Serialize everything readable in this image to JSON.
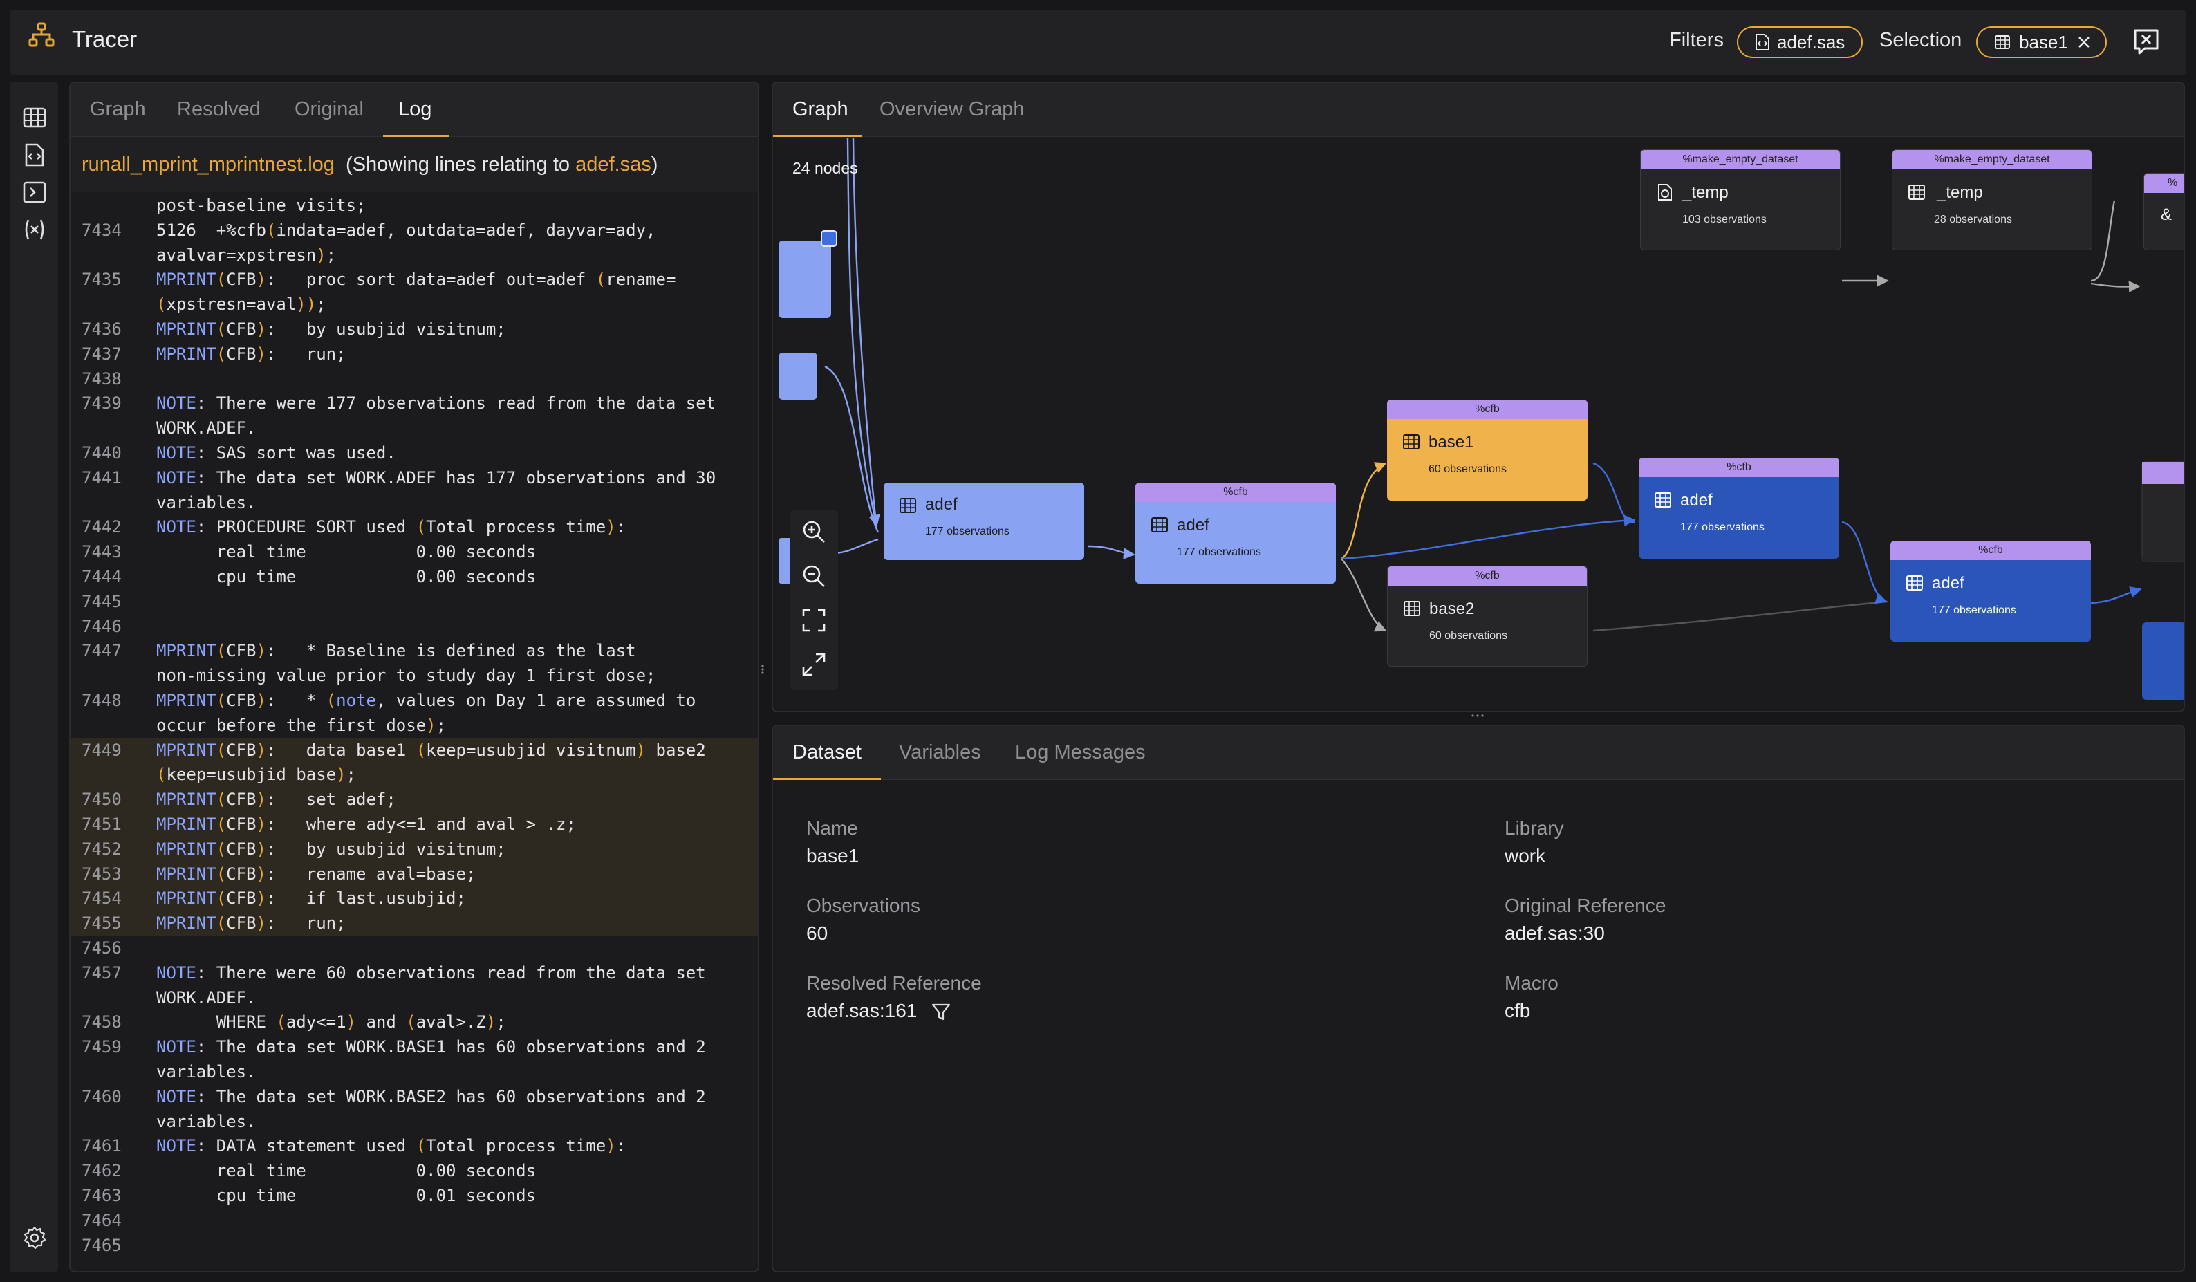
{
  "app": {
    "title": "Tracer",
    "icon": "hierarchy-icon"
  },
  "topbar": {
    "filters_label": "Filters",
    "filter_chip": {
      "label": "adef.sas",
      "icon": "code-file-icon"
    },
    "selection_label": "Selection",
    "selection_chip": {
      "label": "base1",
      "icon": "table-icon"
    },
    "close_icon": "close-panel-icon"
  },
  "rail": {
    "items": [
      "table-icon",
      "code-file-icon",
      "terminal-icon",
      "variable-icon"
    ],
    "settings_icon": "gear-icon"
  },
  "log_panel": {
    "tabs": [
      {
        "label": "Graph"
      },
      {
        "label": "Resolved"
      },
      {
        "label": "Original"
      },
      {
        "label": "Log",
        "active": true
      }
    ],
    "header": {
      "file": "runall_mprint_mprintnest.log",
      "hint_prefix": "(Showing lines relating to ",
      "hint_file": "adef.sas",
      "hint_suffix": ")"
    },
    "highlight_range": [
      7449,
      7455
    ],
    "lines": [
      {
        "n": "",
        "t": "post-baseline visits;"
      },
      {
        "n": "7434",
        "t": "5126  +%cfb(indata=adef, outdata=adef, dayvar=ady,"
      },
      {
        "n": "",
        "t": "avalvar=xpstresn);"
      },
      {
        "n": "7435",
        "t": "MPRINT(CFB):   proc sort data=adef out=adef (rename="
      },
      {
        "n": "",
        "t": "(xpstresn=aval));"
      },
      {
        "n": "7436",
        "t": "MPRINT(CFB):   by usubjid visitnum;"
      },
      {
        "n": "7437",
        "t": "MPRINT(CFB):   run;"
      },
      {
        "n": "7438",
        "t": ""
      },
      {
        "n": "7439",
        "t": "NOTE: There were 177 observations read from the data set"
      },
      {
        "n": "",
        "t": "WORK.ADEF."
      },
      {
        "n": "7440",
        "t": "NOTE: SAS sort was used."
      },
      {
        "n": "7441",
        "t": "NOTE: The data set WORK.ADEF has 177 observations and 30"
      },
      {
        "n": "",
        "t": "variables."
      },
      {
        "n": "7442",
        "t": "NOTE: PROCEDURE SORT used (Total process time):"
      },
      {
        "n": "7443",
        "t": "      real time           0.00 seconds"
      },
      {
        "n": "7444",
        "t": "      cpu time            0.00 seconds"
      },
      {
        "n": "7445",
        "t": ""
      },
      {
        "n": "7446",
        "t": ""
      },
      {
        "n": "7447",
        "t": "MPRINT(CFB):   * Baseline is defined as the last"
      },
      {
        "n": "",
        "t": "non-missing value prior to study day 1 first dose;"
      },
      {
        "n": "7448",
        "t": "MPRINT(CFB):   * (note, values on Day 1 are assumed to"
      },
      {
        "n": "",
        "t": "occur before the first dose);"
      },
      {
        "n": "7449",
        "t": "MPRINT(CFB):   data base1 (keep=usubjid visitnum) base2"
      },
      {
        "n": "",
        "t": "(keep=usubjid base);"
      },
      {
        "n": "7450",
        "t": "MPRINT(CFB):   set adef;"
      },
      {
        "n": "7451",
        "t": "MPRINT(CFB):   where ady<=1 and aval > .z;"
      },
      {
        "n": "7452",
        "t": "MPRINT(CFB):   by usubjid visitnum;"
      },
      {
        "n": "7453",
        "t": "MPRINT(CFB):   rename aval=base;"
      },
      {
        "n": "7454",
        "t": "MPRINT(CFB):   if last.usubjid;"
      },
      {
        "n": "7455",
        "t": "MPRINT(CFB):   run;"
      },
      {
        "n": "7456",
        "t": ""
      },
      {
        "n": "7457",
        "t": "NOTE: There were 60 observations read from the data set"
      },
      {
        "n": "",
        "t": "WORK.ADEF."
      },
      {
        "n": "7458",
        "t": "      WHERE (ady<=1) and (aval>.Z);"
      },
      {
        "n": "7459",
        "t": "NOTE: The data set WORK.BASE1 has 60 observations and 2"
      },
      {
        "n": "",
        "t": "variables."
      },
      {
        "n": "7460",
        "t": "NOTE: The data set WORK.BASE2 has 60 observations and 2"
      },
      {
        "n": "",
        "t": "variables."
      },
      {
        "n": "7461",
        "t": "NOTE: DATA statement used (Total process time):"
      },
      {
        "n": "7462",
        "t": "      real time           0.00 seconds"
      },
      {
        "n": "7463",
        "t": "      cpu time            0.01 seconds"
      },
      {
        "n": "7464",
        "t": ""
      },
      {
        "n": "7465",
        "t": ""
      }
    ]
  },
  "graph_panel": {
    "tabs": [
      {
        "label": "Graph",
        "active": true
      },
      {
        "label": "Overview Graph"
      }
    ],
    "node_count": "24 nodes",
    "zoom_tools": [
      "zoom-in-icon",
      "zoom-out-icon",
      "fit-view-icon",
      "expand-icon"
    ],
    "nodes": [
      {
        "id": "temp1",
        "macro": "%make_empty_dataset",
        "name": "_temp",
        "obs": "103 observations",
        "style": "dark",
        "icon": "temp-dataset-icon"
      },
      {
        "id": "temp2",
        "macro": "%make_empty_dataset",
        "name": "_temp",
        "obs": "28 observations",
        "style": "dark",
        "icon": "table-icon"
      },
      {
        "id": "edge-right-top",
        "macro": "%",
        "name": "&",
        "obs": "",
        "style": "dark",
        "icon": ""
      },
      {
        "id": "adef0",
        "macro": "",
        "name": "adef",
        "obs": "177 observations",
        "style": "light",
        "icon": "table-icon"
      },
      {
        "id": "adef1",
        "macro": "%cfb",
        "name": "adef",
        "obs": "177 observations",
        "style": "light",
        "icon": "table-icon"
      },
      {
        "id": "base1",
        "macro": "%cfb",
        "name": "base1",
        "obs": "60 observations",
        "style": "orange",
        "icon": "table-icon"
      },
      {
        "id": "base2",
        "macro": "%cfb",
        "name": "base2",
        "obs": "60 observations",
        "style": "dark",
        "icon": "table-icon"
      },
      {
        "id": "adef2",
        "macro": "%cfb",
        "name": "adef",
        "obs": "177 observations",
        "style": "blue",
        "icon": "table-icon"
      },
      {
        "id": "adef3",
        "macro": "%cfb",
        "name": "adef",
        "obs": "177 observations",
        "style": "blue",
        "icon": "table-icon"
      }
    ]
  },
  "details_panel": {
    "tabs": [
      {
        "label": "Dataset",
        "active": true
      },
      {
        "label": "Variables"
      },
      {
        "label": "Log Messages"
      }
    ],
    "fields": {
      "name": {
        "label": "Name",
        "value": "base1"
      },
      "library": {
        "label": "Library",
        "value": "work"
      },
      "observations": {
        "label": "Observations",
        "value": "60"
      },
      "original_reference": {
        "label": "Original Reference",
        "value": "adef.sas:30"
      },
      "resolved_reference": {
        "label": "Resolved Reference",
        "value": "adef.sas:161"
      },
      "macro": {
        "label": "Macro",
        "value": "cfb"
      }
    }
  },
  "colors": {
    "accent": "#e8a838",
    "node_light": "#8aa2f2",
    "node_blue": "#2b55b8",
    "node_orange": "#f0b34c",
    "macro_head": "#b393ee",
    "keyword": "#8ea6ff"
  }
}
